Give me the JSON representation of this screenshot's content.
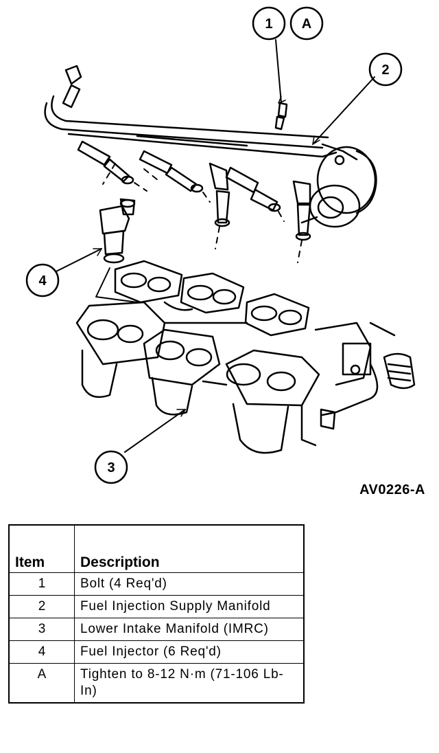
{
  "callouts": {
    "c1": "1",
    "cA": "A",
    "c2": "2",
    "c3": "3",
    "c4": "4"
  },
  "figure_code": "AV0226-A",
  "legend": {
    "headers": {
      "item": "Item",
      "description": "Description"
    },
    "rows": [
      {
        "item": "1",
        "description": "Bolt (4 Req'd)"
      },
      {
        "item": "2",
        "description": "Fuel Injection Supply Manifold"
      },
      {
        "item": "3",
        "description": "Lower Intake Manifold (IMRC)"
      },
      {
        "item": "4",
        "description": "Fuel Injector (6 Req'd)"
      },
      {
        "item": "A",
        "description": "Tighten to 8-12 N·m (71-106 Lb-In)"
      }
    ]
  }
}
